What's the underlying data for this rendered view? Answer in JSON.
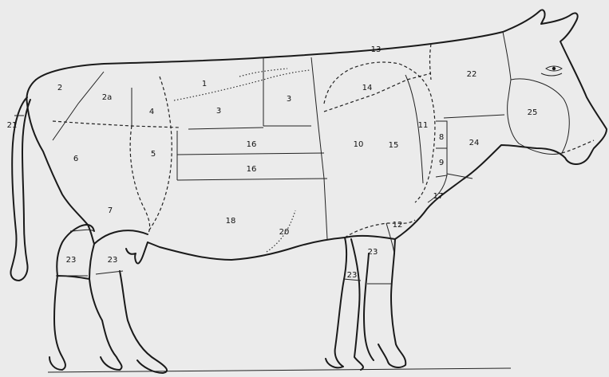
{
  "colors": {
    "background": "#ebebeb",
    "ink": "#1a1a1a"
  },
  "regions": {
    "r1": "1",
    "r2": "2",
    "r2a": "2a",
    "r3a": "3",
    "r3b": "3",
    "r4": "4",
    "r5": "5",
    "r6": "6",
    "r7": "7",
    "r8": "8",
    "r9": "9",
    "r10": "10",
    "r11": "11",
    "r12": "12",
    "r13": "13",
    "r14": "14",
    "r15": "15",
    "r16a": "16",
    "r16b": "16",
    "r17": "17",
    "r18": "18",
    "r20": "20",
    "r21": "21",
    "r22": "22",
    "r23a": "23",
    "r23b": "23",
    "r23c": "23",
    "r23d": "23",
    "r24": "24",
    "r25": "25"
  }
}
